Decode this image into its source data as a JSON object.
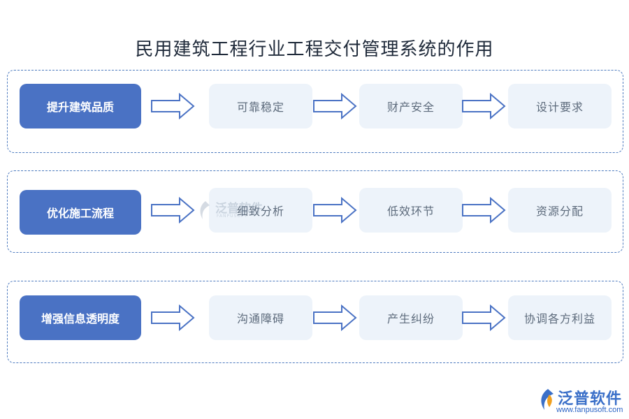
{
  "title": "民用建筑工程行业工程交付管理系统的作用",
  "rows": [
    {
      "main": "提升建筑品质",
      "items": [
        "可靠稳定",
        "财产安全",
        "设计要求"
      ]
    },
    {
      "main": "优化施工流程",
      "items": [
        "细致分析",
        "低效环节",
        "资源分配"
      ]
    },
    {
      "main": "增强信息透明度",
      "items": [
        "沟通障碍",
        "产生纠纷",
        "协调各方利益"
      ]
    }
  ],
  "watermark": {
    "name": "泛普软件",
    "sub": "FANPUSOFT"
  },
  "logo": {
    "name": "泛普软件",
    "url": "www.fanpusoft.com"
  },
  "colors": {
    "main_box": "#4a72c4",
    "sub_box": "#edf3fa",
    "border": "#4e7bbf",
    "arrow_stroke": "#4a72c4"
  }
}
